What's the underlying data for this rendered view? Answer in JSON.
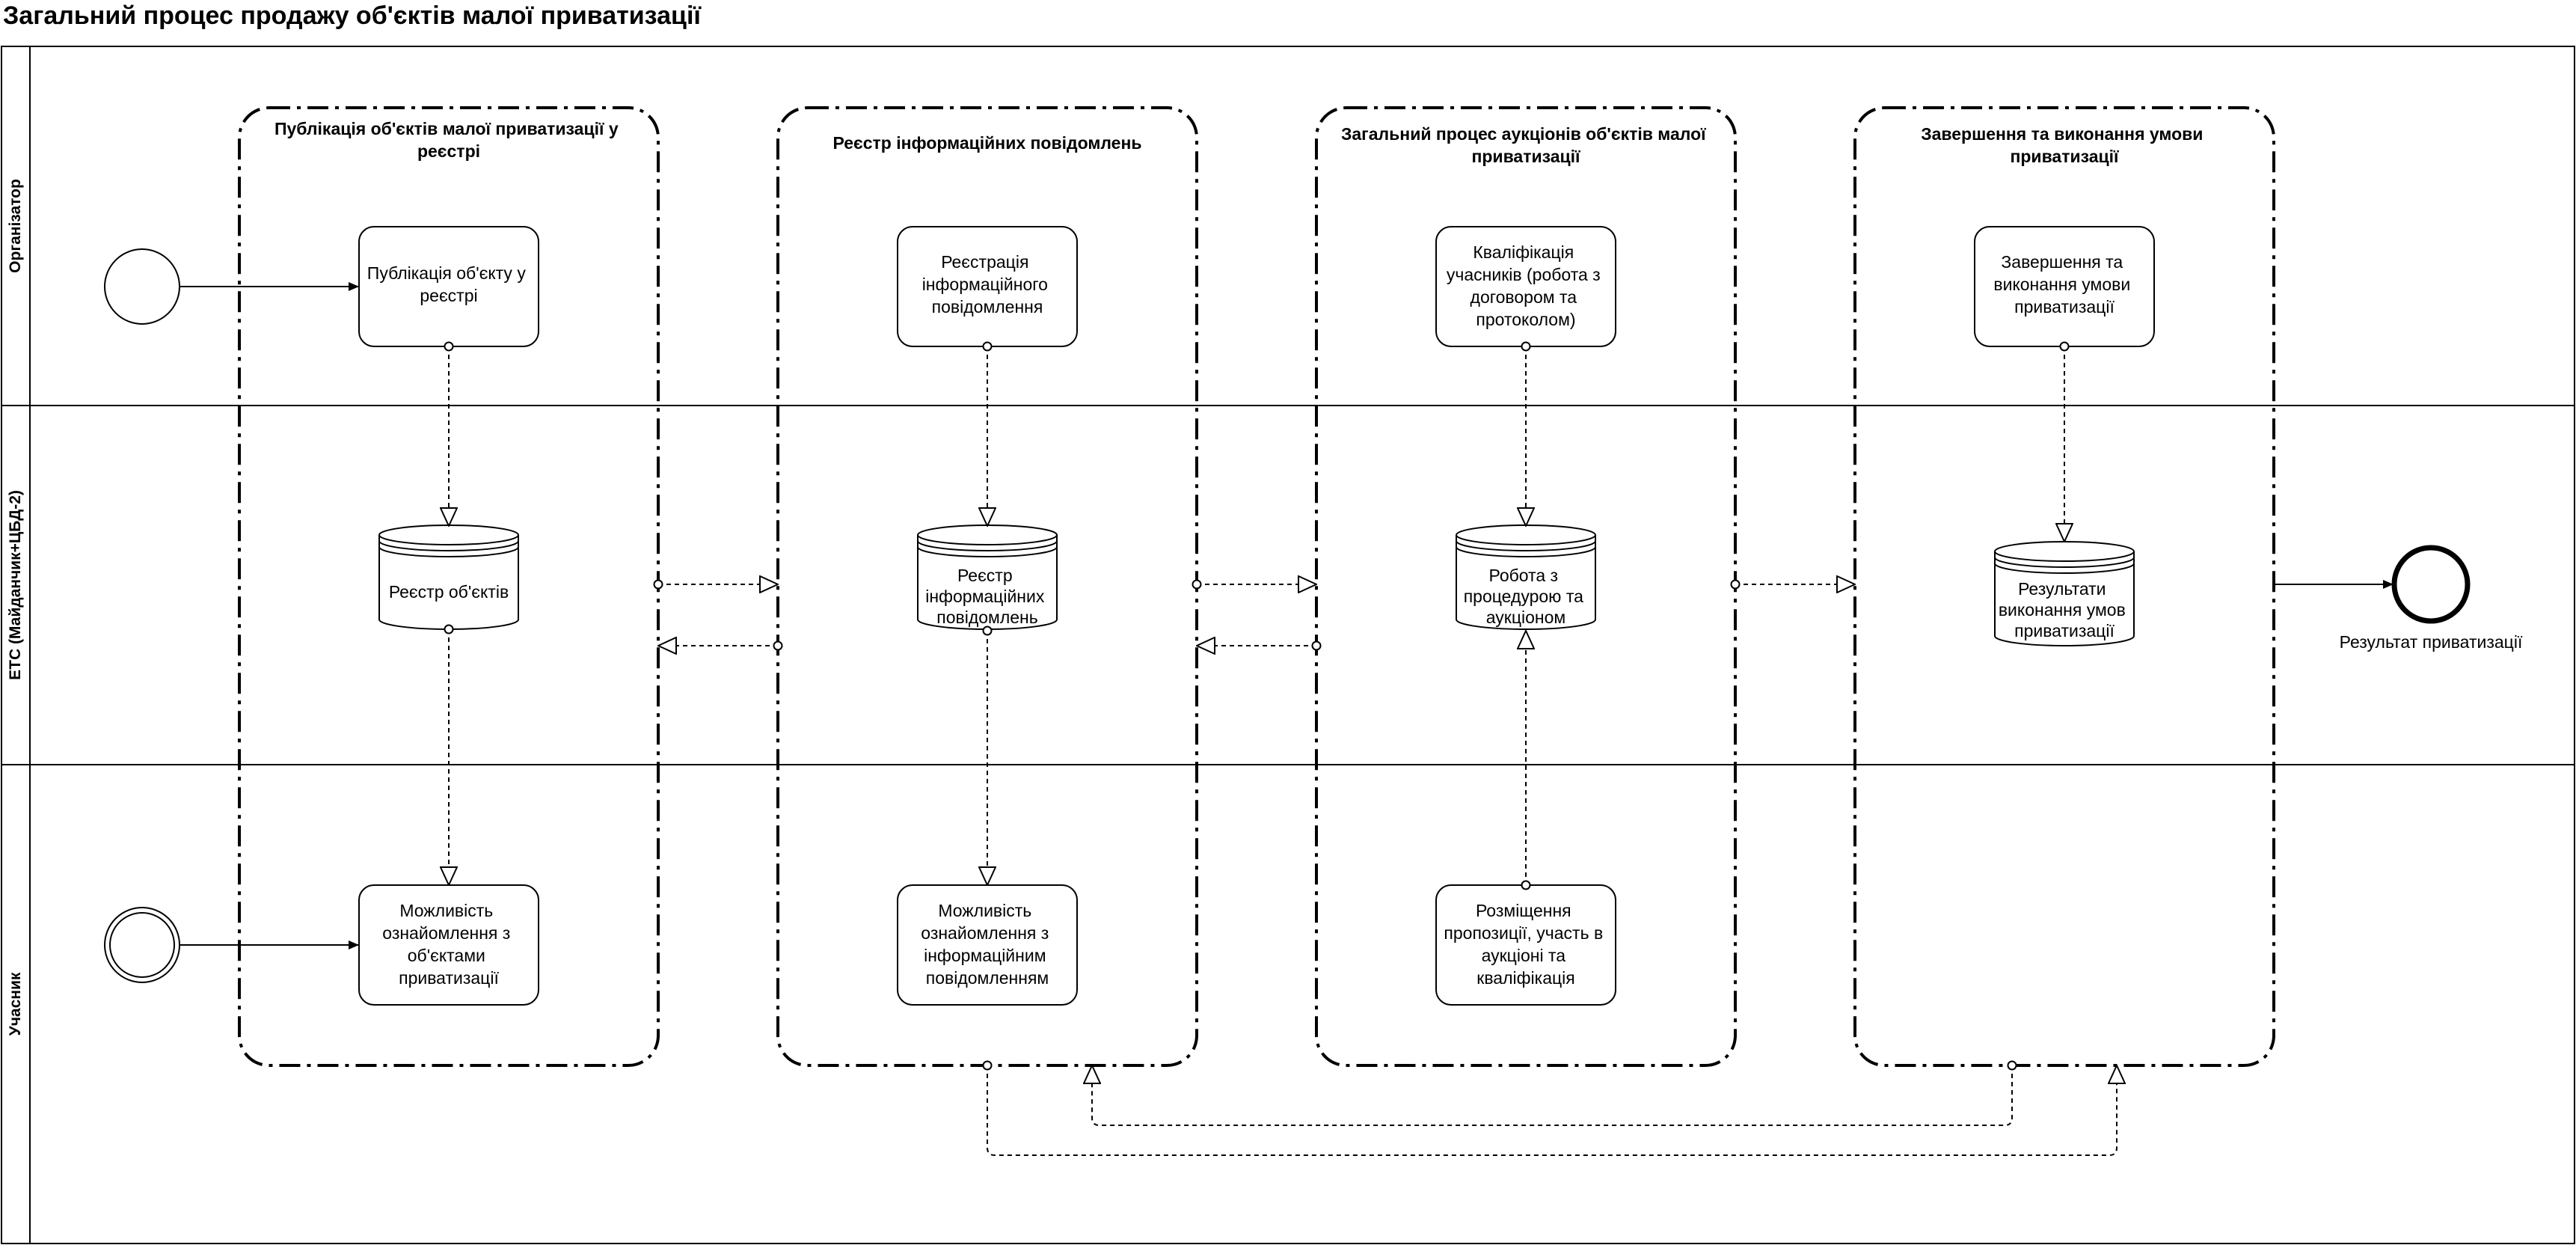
{
  "title": "Загальний процес продажу об'єктів малої приватизації",
  "lanes": [
    {
      "id": "organizer",
      "label": "Організатор"
    },
    {
      "id": "ets",
      "label": "ЕТС (Майданчик+ЦБД-2)"
    },
    {
      "id": "participant",
      "label": "Учасник"
    }
  ],
  "groups": [
    {
      "id": "g1",
      "title": [
        "Публікація об'єктів малої приватизації у",
        "реєстрі"
      ]
    },
    {
      "id": "g2",
      "title": [
        "Реєстр інформаційних повідомлень"
      ]
    },
    {
      "id": "g3",
      "title": [
        "Загальний процес аукціонів об'єктів малої",
        "приватизації"
      ]
    },
    {
      "id": "g4",
      "title": [
        "Завершення та виконання умови",
        "приватизації"
      ]
    }
  ],
  "tasks": [
    {
      "id": "t1",
      "lines": [
        "Публікація об'єкту у",
        "реєстрі"
      ]
    },
    {
      "id": "t2",
      "lines": [
        "Реєстрація",
        "інформаційного",
        "повідомлення"
      ]
    },
    {
      "id": "t3",
      "lines": [
        "Кваліфікація",
        "учасників (робота з",
        "договором та",
        "протоколом)"
      ]
    },
    {
      "id": "t4",
      "lines": [
        "Завершення та",
        "виконання умови",
        "приватизації"
      ]
    },
    {
      "id": "t5",
      "lines": [
        "Можливість",
        "ознайомлення з",
        "об'єктами",
        "приватизації"
      ]
    },
    {
      "id": "t6",
      "lines": [
        "Можливість",
        "ознайомлення з",
        "інформаційним",
        "повідомленням"
      ]
    },
    {
      "id": "t7",
      "lines": [
        "Розміщення",
        "пропозиції, участь в",
        "аукціоні та",
        "кваліфікація"
      ]
    }
  ],
  "stores": [
    {
      "id": "s1",
      "lines": [
        "Реєстр об'єктів"
      ]
    },
    {
      "id": "s2",
      "lines": [
        "Реєстр",
        "інформаційних",
        "повідомлень"
      ]
    },
    {
      "id": "s3",
      "lines": [
        "Робота з",
        "процедурою та",
        "аукціоном"
      ]
    },
    {
      "id": "s4",
      "lines": [
        "Результати",
        "виконання умов",
        "приватизації"
      ]
    }
  ],
  "end_event": {
    "label": "Результат приватизації"
  }
}
